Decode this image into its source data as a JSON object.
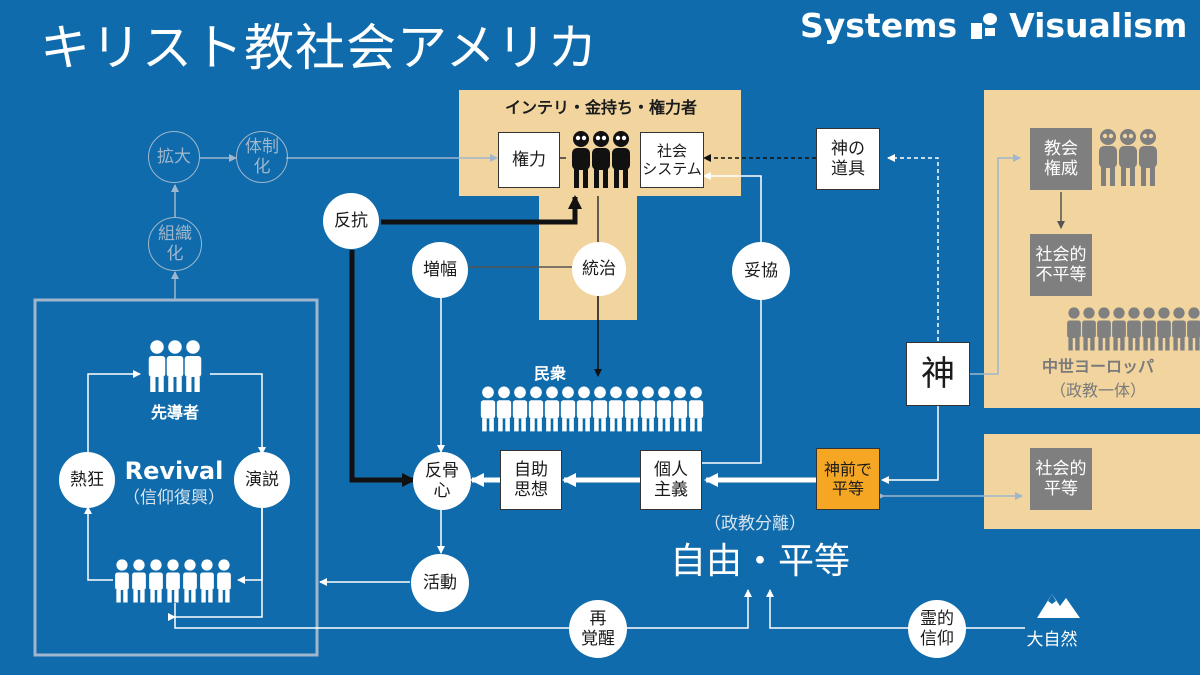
{
  "header": {
    "title": "キリスト教社会アメリカ",
    "brand_left": "Systems",
    "brand_right": "Visualism"
  },
  "elite": {
    "title": "インテリ・金持ち・権力者",
    "power": "権力",
    "system": "社会\nシステム",
    "govern": "統治"
  },
  "god": {
    "tool": "神の\n道具",
    "god": "神",
    "equal": "神前で\n平等"
  },
  "medieval": {
    "church": "教会\n権威",
    "inequality": "社会的\n不平等",
    "name": "中世ヨーロッパ",
    "sub": "（政教一体）"
  },
  "modern": {
    "social_equality": "社会的\n平等"
  },
  "history": {
    "expand": "拡大",
    "regime": "体制\n化",
    "organize": "組織\n化"
  },
  "revival": {
    "leader": "先導者",
    "title": "Revival",
    "sub": "（信仰復興）",
    "zeal": "熱狂",
    "speech": "演説"
  },
  "flow": {
    "rebel": "反抗",
    "amplify": "増幅",
    "compromise": "妥協",
    "public": "民衆",
    "spirit": "反骨\n心",
    "self_help": "自助\n思想",
    "individual": "個人\n主義",
    "activity": "活動",
    "reawaken": "再\n覚醒",
    "spiritual_faith": "霊的\n信仰",
    "nature": "大自然",
    "separation": "（政教分離）",
    "freedom": "自由・平等"
  }
}
